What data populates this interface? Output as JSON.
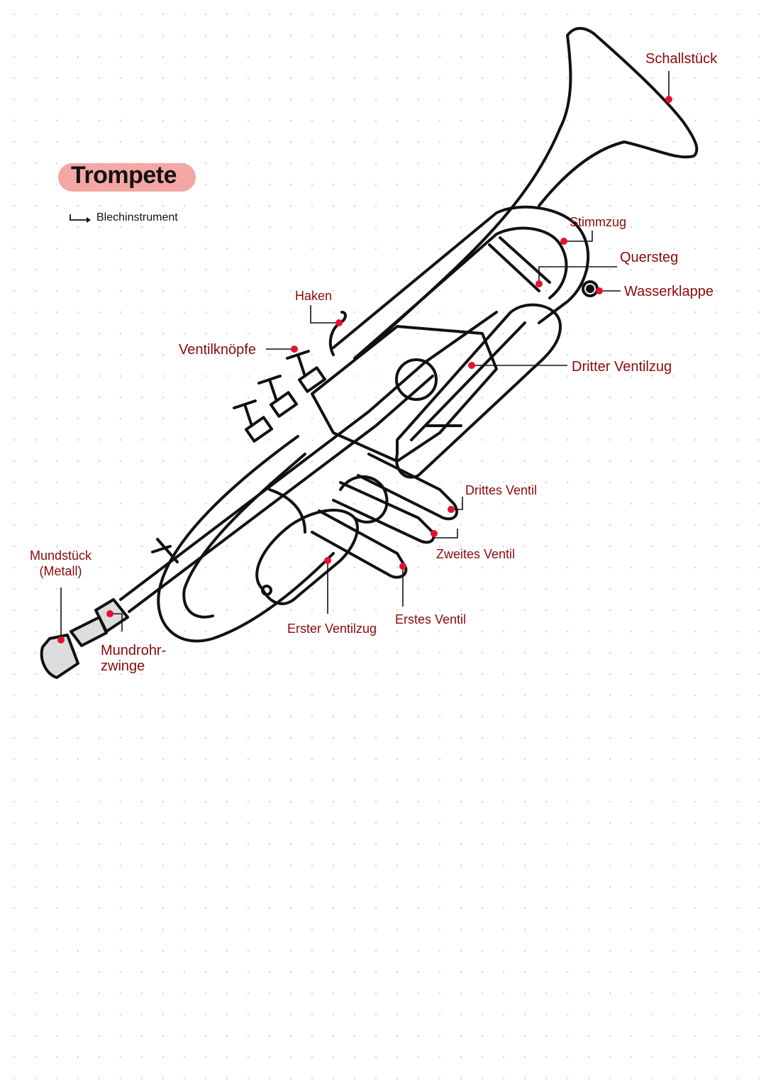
{
  "title": "Trompete",
  "subtitle": "Blechinstrument",
  "colors": {
    "accent_pill": "#f4a7a3",
    "label_text": "#8b0a0a",
    "marker": "#e8102e",
    "outline": "#111111",
    "fill_grey": "#dddddd"
  },
  "labels": {
    "schallstueck": "Schallstück",
    "stimmzug": "Stimmzug",
    "quersteg": "Quersteg",
    "wasserklappe": "Wasserklappe",
    "haken": "Haken",
    "ventilknoepfe": "Ventilknöpfe",
    "dritter_ventilzug": "Dritter Ventilzug",
    "drittes_ventil": "Drittes Ventil",
    "zweites_ventil": "Zweites Ventil",
    "erstes_ventil": "Erstes Ventil",
    "erster_ventilzug": "Erster Ventilzug",
    "mundstueck": "Mundstück\n(Metall)",
    "mundrohrzwinge": "Mundrohr-\nzwinge"
  }
}
